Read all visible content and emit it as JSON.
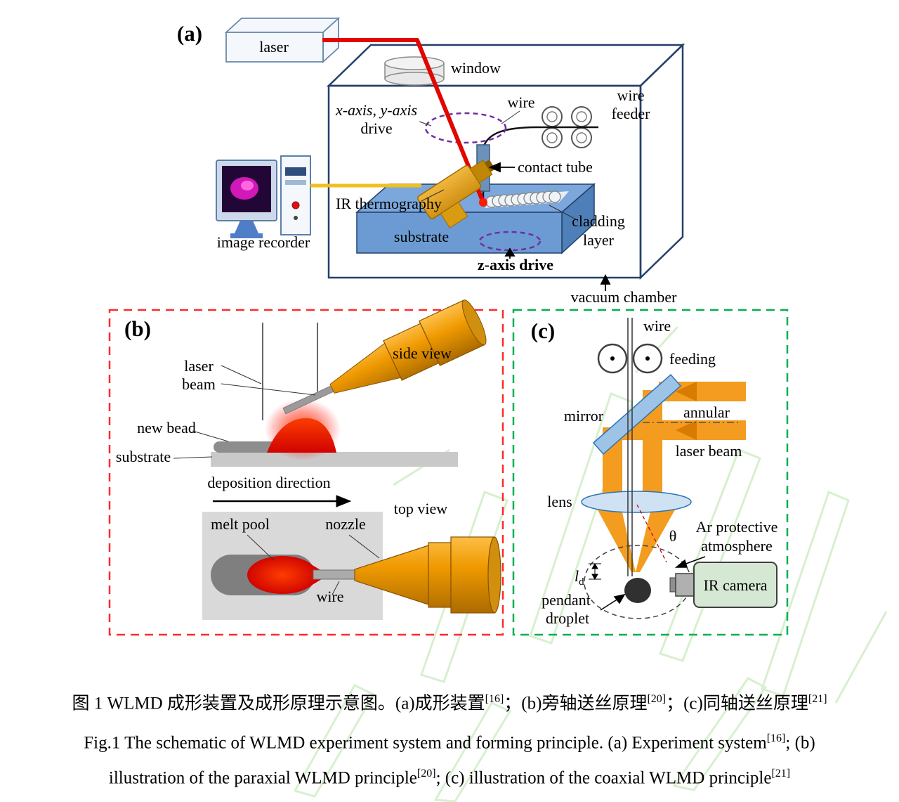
{
  "figure": {
    "panel_a": {
      "label": "(a)",
      "laser": "laser",
      "window": "window",
      "wire": "wire",
      "wire_feeder_line1": "wire",
      "wire_feeder_line2": "feeder",
      "xy_drive_line1": "x-axis, y-axis",
      "xy_drive_line2": "drive",
      "contact_tube": "contact tube",
      "ir_thermography": "IR thermography",
      "image_recorder": "image recorder",
      "substrate": "substrate",
      "cladding_line1": "cladding",
      "cladding_line2": "layer",
      "z_drive": "z-axis drive",
      "vacuum_chamber": "vacuum chamber"
    },
    "panel_b": {
      "label": "(b)",
      "laser_beam_line1": "laser",
      "laser_beam_line2": "beam",
      "side_view": "side view",
      "new_bead": "new bead",
      "substrate": "substrate",
      "deposition_direction": "deposition direction",
      "top_view": "top view",
      "melt_pool": "melt pool",
      "nozzle": "nozzle",
      "wire": "wire"
    },
    "panel_c": {
      "label": "(c)",
      "wire": "wire",
      "feeding": "feeding",
      "mirror": "mirror",
      "annular": "annular",
      "laser_beam": "laser beam",
      "lens": "lens",
      "theta": "θ",
      "ld_main": "l",
      "ld_sub": "d",
      "ar_line1": "Ar protective",
      "ar_line2": "atmosphere",
      "pendant_line1": "pendant",
      "pendant_line2": "droplet",
      "ir_camera": "IR camera"
    }
  },
  "captions": {
    "zh": [
      {
        "t": "图 1 WLMD 成形装置及成形原理示意图。(a)成形装置"
      },
      {
        "t": "[16]",
        "sup": true
      },
      {
        "t": "；(b)旁轴送丝原理"
      },
      {
        "t": "[20]",
        "sup": true
      },
      {
        "t": "；(c)同轴送丝原理"
      },
      {
        "t": "[21]",
        "sup": true
      }
    ],
    "en1": [
      {
        "t": "Fig.1 The schematic of WLMD experiment system and forming principle. (a) Experiment system"
      },
      {
        "t": "[16]",
        "sup": true
      },
      {
        "t": "; (b)"
      }
    ],
    "en2": [
      {
        "t": "illustration of the paraxial WLMD principle"
      },
      {
        "t": "[20]",
        "sup": true
      },
      {
        "t": "; (c) illustration of the coaxial WLMD principle"
      },
      {
        "t": "[21]",
        "sup": true
      }
    ]
  },
  "colors": {
    "laser_red": "#e10600",
    "beam_orange": "#f39c1f",
    "panel_b_border": "#ff2a2a",
    "panel_c_border": "#00b050",
    "drive_purple": "#7030a0",
    "substrate_blue": "#7ba7dc",
    "nozzle_gold": "#e59400",
    "mirror_blue": "#9dc3e6",
    "camera_green": "#d5e8d4",
    "watermark_green": "#b8e3a8"
  }
}
